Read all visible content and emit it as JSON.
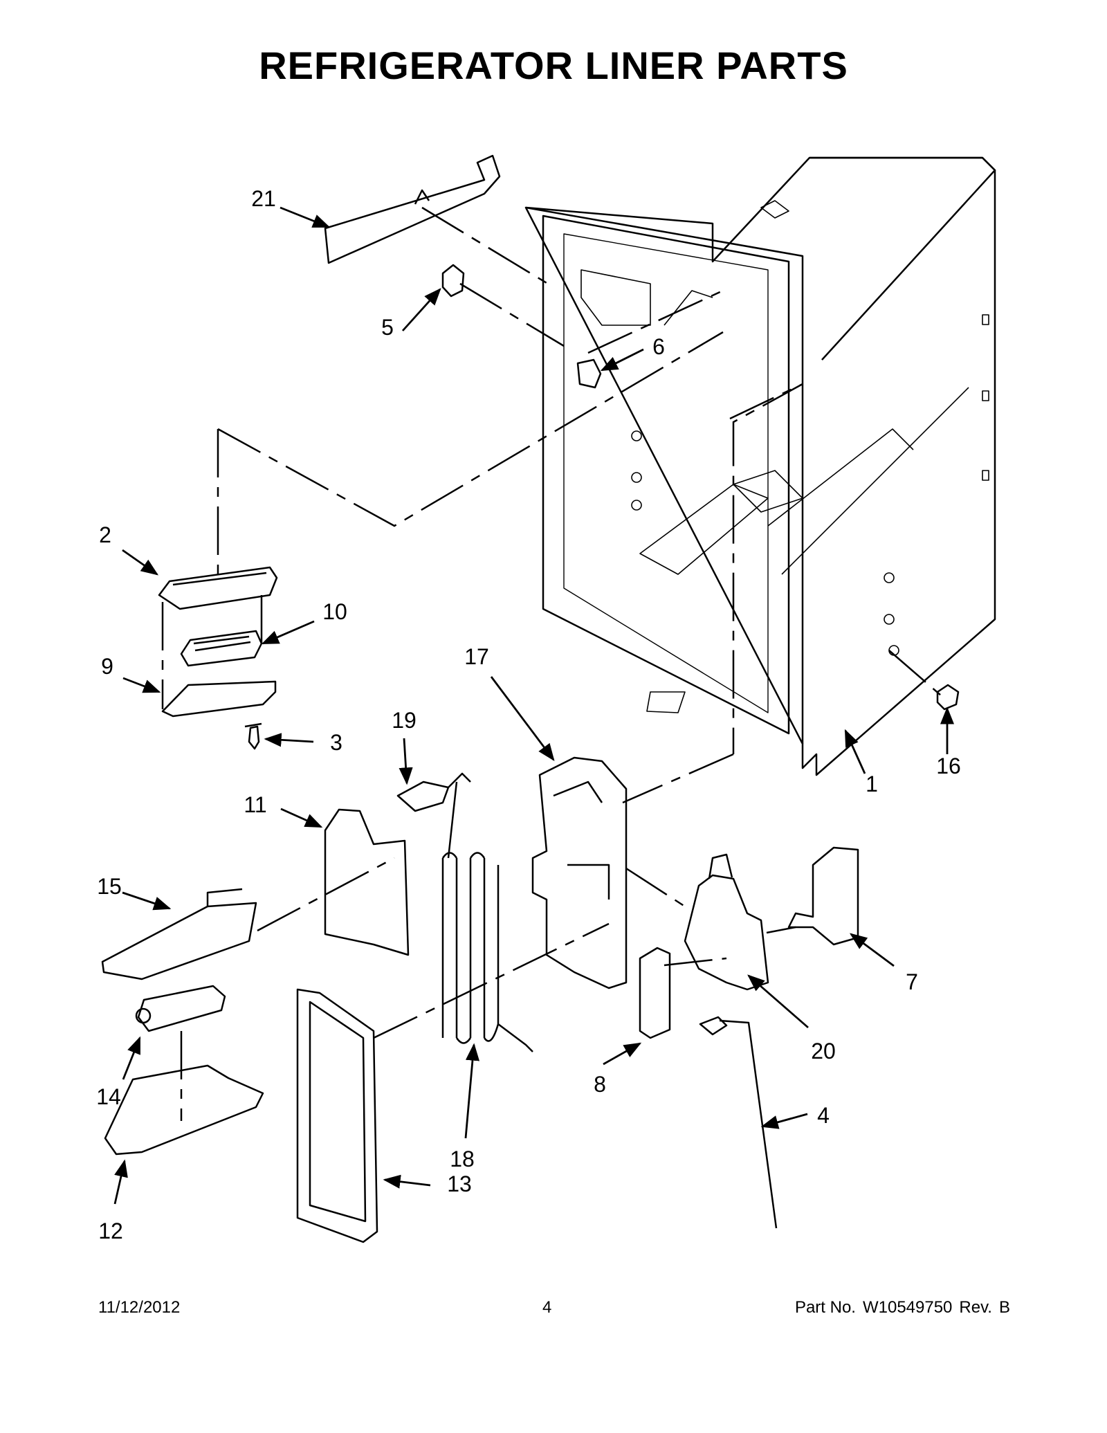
{
  "title": "REFRIGERATOR LINER PARTS",
  "callouts": [
    "1",
    "2",
    "3",
    "4",
    "5",
    "6",
    "7",
    "8",
    "9",
    "10",
    "11",
    "12",
    "13",
    "14",
    "15",
    "16",
    "17",
    "18",
    "19",
    "20",
    "21"
  ],
  "footer": {
    "date": "11/12/2012",
    "page": "4",
    "part_label": "Part No.",
    "part_number": "W10549750",
    "rev_label": "Rev.",
    "rev_value": "B"
  }
}
